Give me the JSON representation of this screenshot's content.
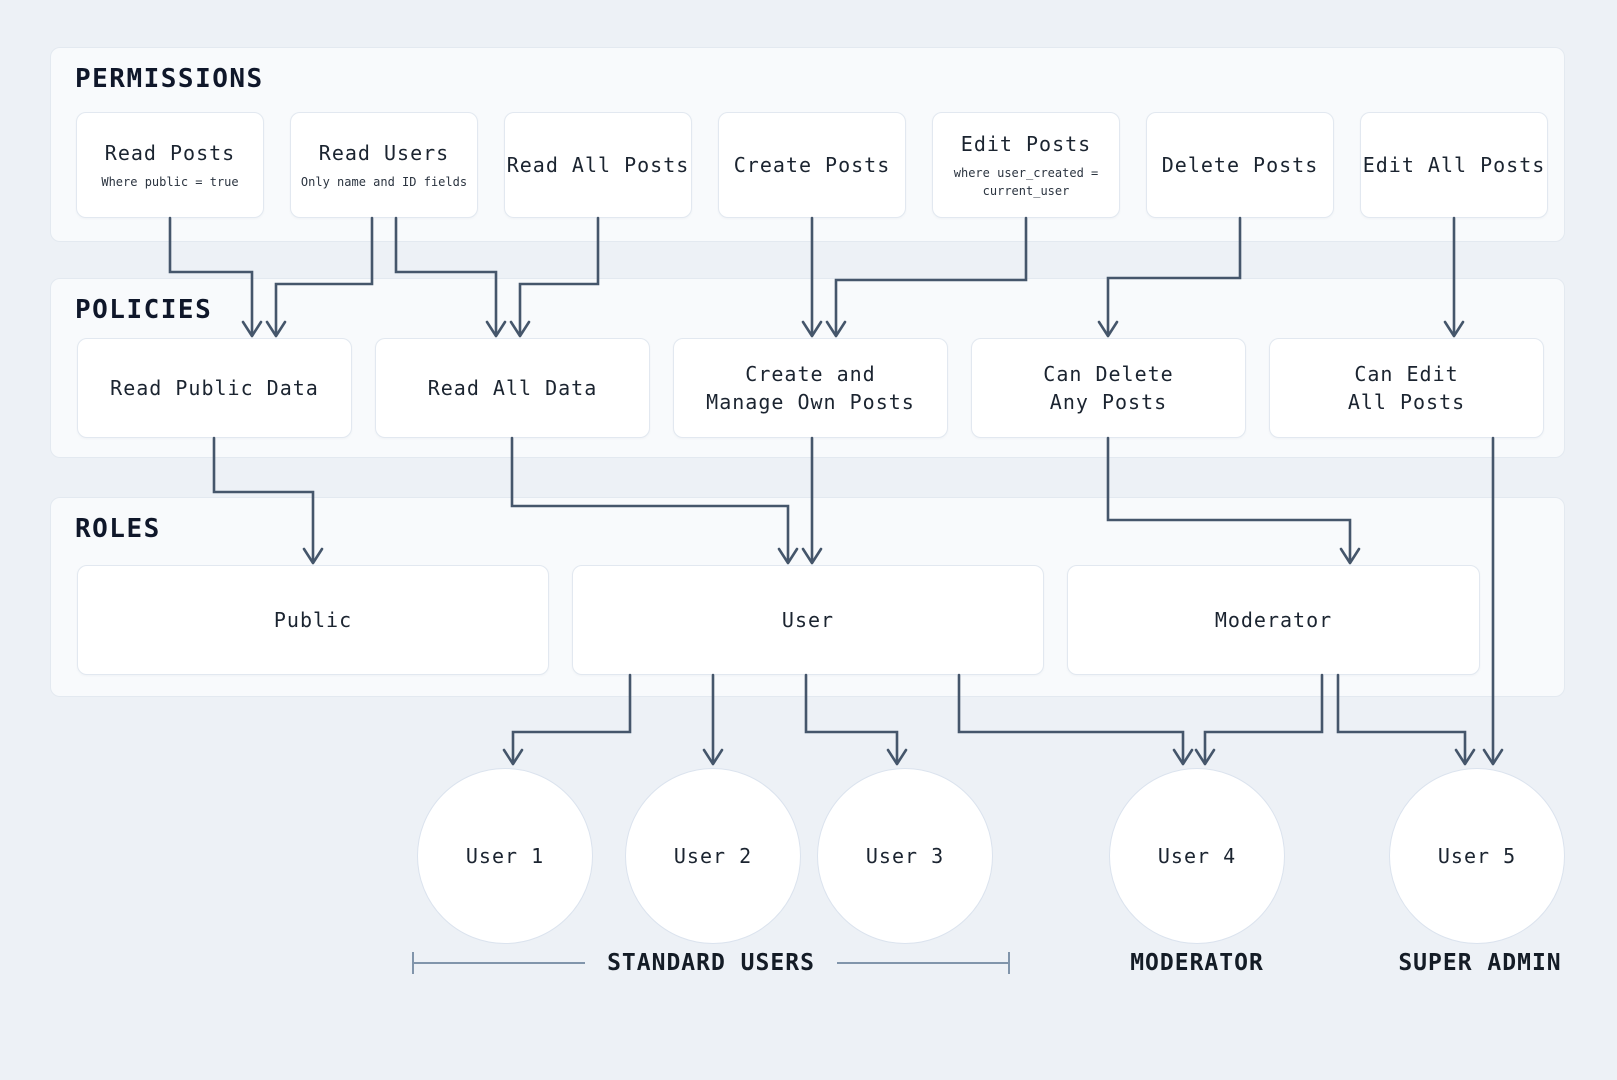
{
  "sections": {
    "permissions": {
      "title": "PERMISSIONS"
    },
    "policies": {
      "title": "POLICIES"
    },
    "roles": {
      "title": "ROLES"
    }
  },
  "permissions": [
    {
      "id": "read-posts",
      "label": "Read Posts",
      "sublabel": "Where public = true"
    },
    {
      "id": "read-users",
      "label": "Read Users",
      "sublabel": "Only name and ID fields"
    },
    {
      "id": "read-all-posts",
      "label": "Read All Posts"
    },
    {
      "id": "create-posts",
      "label": "Create Posts"
    },
    {
      "id": "edit-posts",
      "label": "Edit Posts",
      "sublabel": "where user_created = current_user"
    },
    {
      "id": "delete-posts",
      "label": "Delete Posts"
    },
    {
      "id": "edit-all-posts",
      "label": "Edit All Posts"
    }
  ],
  "policies": [
    {
      "id": "read-public-data",
      "label": "Read Public Data"
    },
    {
      "id": "read-all-data",
      "label": "Read All Data"
    },
    {
      "id": "create-manage-own-posts",
      "label": "Create and\nManage Own Posts"
    },
    {
      "id": "can-delete-any-posts",
      "label": "Can Delete\nAny Posts"
    },
    {
      "id": "can-edit-all-posts",
      "label": "Can Edit\nAll Posts"
    }
  ],
  "roles": [
    {
      "id": "public",
      "label": "Public"
    },
    {
      "id": "user",
      "label": "User"
    },
    {
      "id": "moderator",
      "label": "Moderator"
    }
  ],
  "users": [
    {
      "id": "user-1",
      "label": "User 1"
    },
    {
      "id": "user-2",
      "label": "User 2"
    },
    {
      "id": "user-3",
      "label": "User 3"
    },
    {
      "id": "user-4",
      "label": "User 4"
    },
    {
      "id": "user-5",
      "label": "User 5"
    }
  ],
  "group_labels": {
    "standard_users": "STANDARD USERS",
    "moderator": "MODERATOR",
    "super_admin": "SUPER ADMIN"
  },
  "edges": [
    {
      "from": "read-posts",
      "to": "read-public-data"
    },
    {
      "from": "read-users",
      "to": "read-public-data"
    },
    {
      "from": "read-users",
      "to": "read-all-data"
    },
    {
      "from": "read-all-posts",
      "to": "read-all-data"
    },
    {
      "from": "create-posts",
      "to": "create-manage-own-posts"
    },
    {
      "from": "edit-posts",
      "to": "create-manage-own-posts"
    },
    {
      "from": "delete-posts",
      "to": "can-delete-any-posts"
    },
    {
      "from": "edit-all-posts",
      "to": "can-edit-all-posts"
    },
    {
      "from": "read-public-data",
      "to": "public"
    },
    {
      "from": "read-all-data",
      "to": "user"
    },
    {
      "from": "create-manage-own-posts",
      "to": "user"
    },
    {
      "from": "can-delete-any-posts",
      "to": "moderator"
    },
    {
      "from": "can-edit-all-posts",
      "to": "user-5"
    },
    {
      "from": "user",
      "to": "user-1"
    },
    {
      "from": "user",
      "to": "user-2"
    },
    {
      "from": "user",
      "to": "user-3"
    },
    {
      "from": "user",
      "to": "user-4"
    },
    {
      "from": "moderator",
      "to": "user-4"
    },
    {
      "from": "moderator",
      "to": "user-5"
    }
  ],
  "colors": {
    "canvas_bg": "#edf1f6",
    "panel_bg": "#f8fafc",
    "node_bg": "#ffffff",
    "connector": "#45566b",
    "bracket": "#8195ab"
  }
}
